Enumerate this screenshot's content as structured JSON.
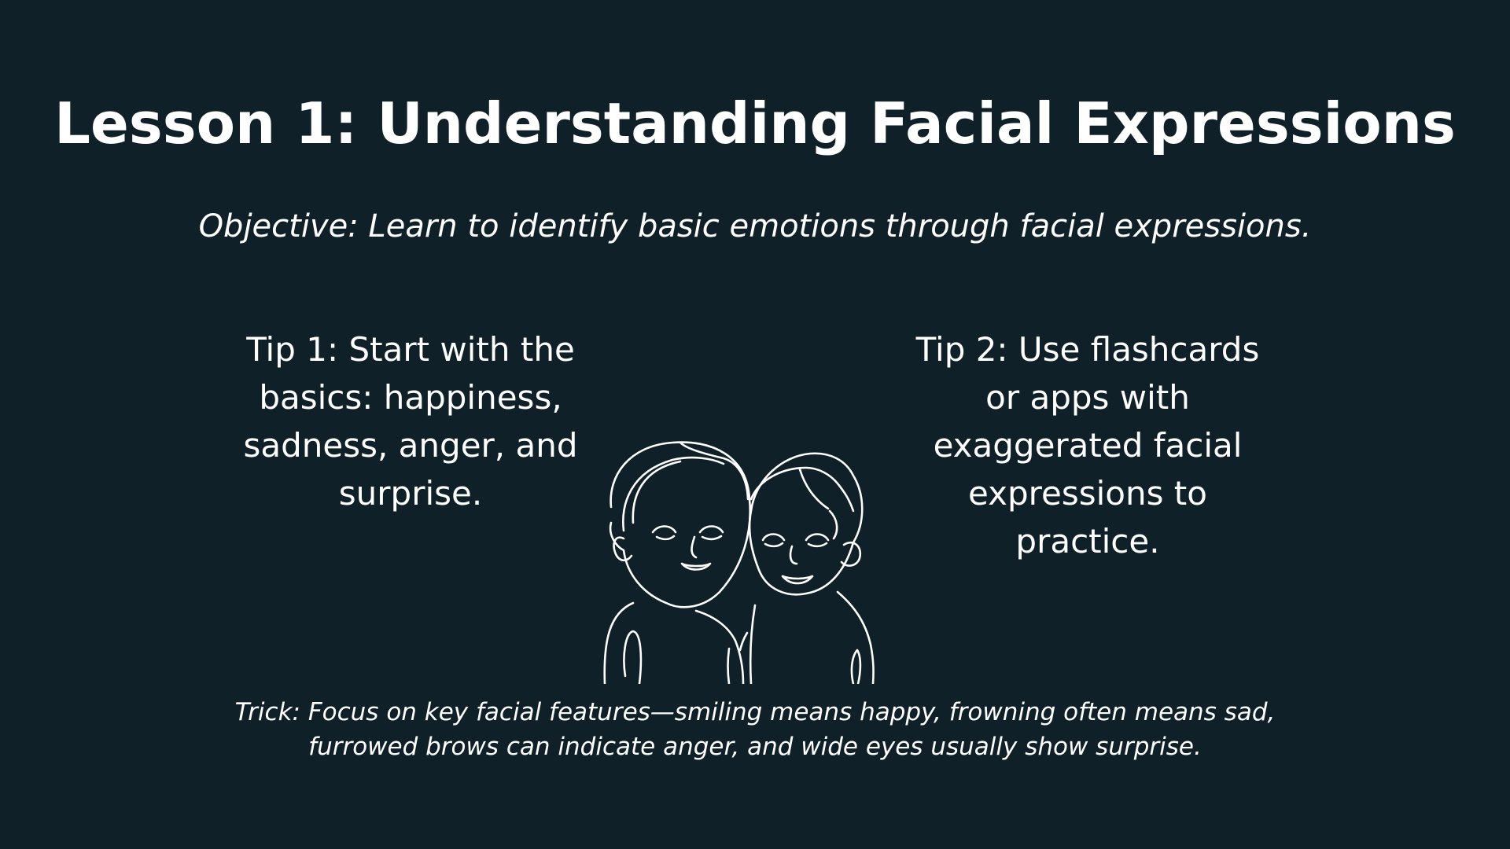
{
  "slide": {
    "title": "Lesson 1: Understanding Facial Expressions",
    "objective": "Objective: Learn to identify basic emotions through facial expressions.",
    "tips": [
      {
        "text": "Tip 1: Start with the basics: happiness, sadness, anger, and surprise."
      },
      {
        "text": "Tip 2: Use flashcards or apps with exaggerated facial expressions to practice."
      }
    ],
    "trick": "Trick: Focus on key facial features—smiling means happy, frowning often means sad, furrowed brows can indicate anger, and wide eyes usually show surprise.",
    "illustration": {
      "icon": "two-smiling-faces-line-illustration"
    },
    "colors": {
      "background": "#0f2028",
      "text": "#ffffff"
    }
  }
}
